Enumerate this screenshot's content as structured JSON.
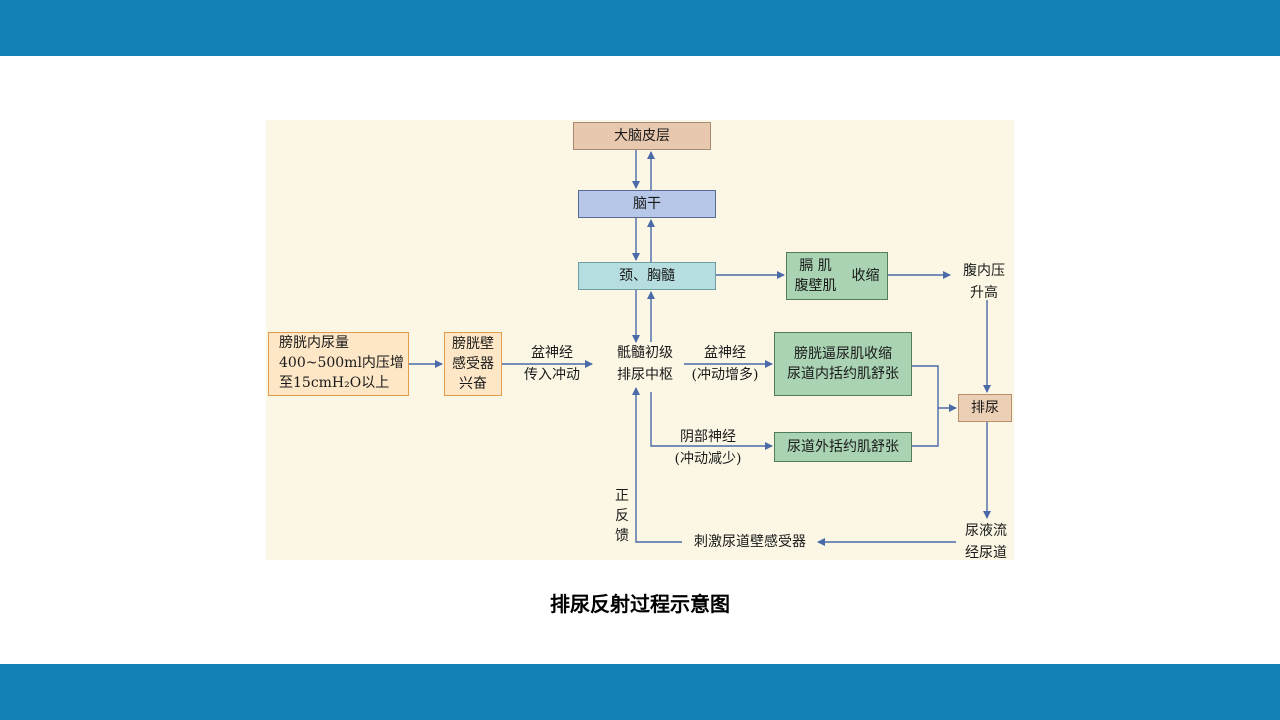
{
  "diagram": {
    "nodes": {
      "cortex": "大脑皮层",
      "brainstem": "脑干",
      "cervical_thoracic_cord": "颈、胸髓",
      "bladder_volume": [
        "膀胱内尿量",
        "400~500ml内压增",
        "至15cmH₂O以上"
      ],
      "receptor": [
        "膀胱壁",
        "感受器",
        "兴奋"
      ],
      "sacral_center": [
        "骶髓初级",
        "排尿中枢"
      ],
      "diaphragm": [
        "膈 肌",
        "腹壁肌"
      ],
      "contract": "收缩",
      "abdominal_pressure": [
        "腹内压",
        "升高"
      ],
      "detrusor": [
        "膀胱逼尿肌收缩",
        "尿道内括约肌舒张"
      ],
      "external_sphincter": "尿道外括约肌舒张",
      "urination": "排尿",
      "urine_flow": [
        "尿液流",
        "经尿道"
      ],
      "urethral_receptor": "刺激尿道壁感受器",
      "positive_feedback": [
        "正",
        "反",
        "馈"
      ]
    },
    "edge_labels": {
      "afferent": [
        "盆神经",
        "传入冲动"
      ],
      "pelvic_efferent": [
        "盆神经",
        "(冲动增多)"
      ],
      "pudendal": [
        "阴部神经",
        "(冲动减少)"
      ]
    }
  },
  "caption": "排尿反射过程示意图",
  "colors": {
    "band": "#1480b8",
    "panel_bg": "#fbf7e4",
    "arrow": "#4a6aa8",
    "cortex_fill": "#e8c9b0",
    "brainstem_fill": "#b7c7e8",
    "cervical_fill": "#b6dde0",
    "green_fill": "#a9d3b3",
    "orange_border": "#e39a4b"
  }
}
